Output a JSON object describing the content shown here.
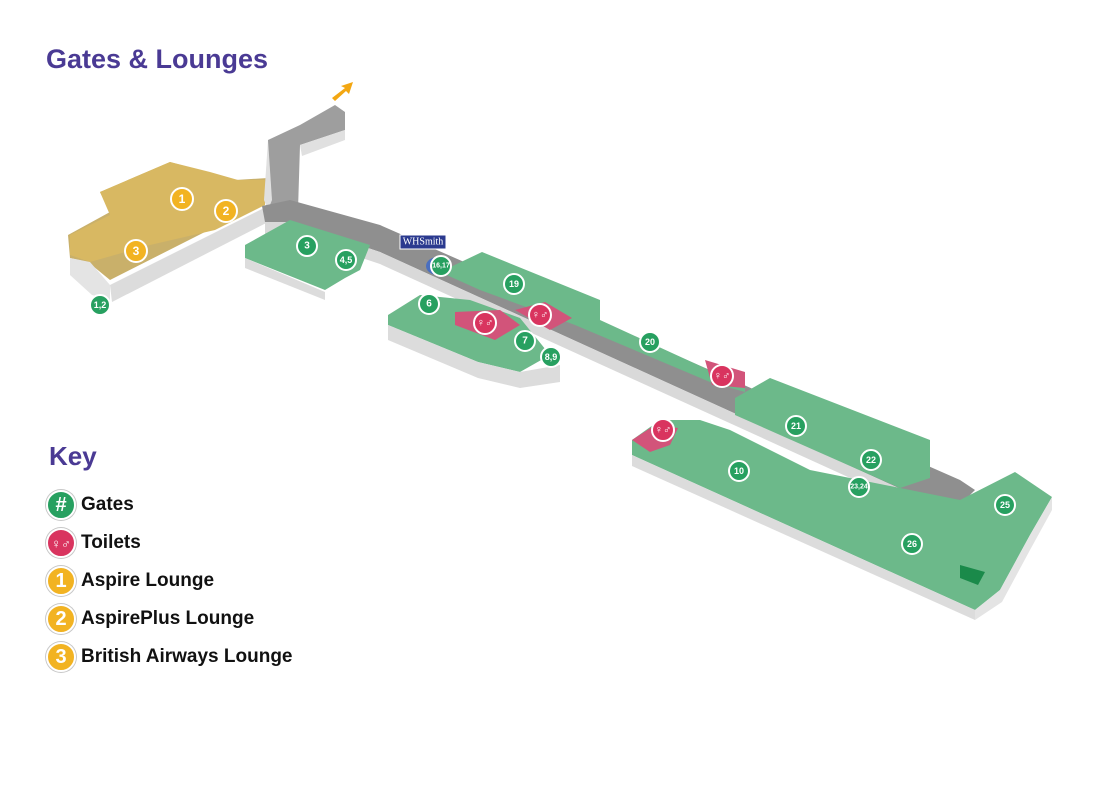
{
  "title": "Gates & Lounges",
  "key": {
    "title": "Key",
    "items": [
      {
        "symbol": "#",
        "label": "Gates",
        "color": "#27a060",
        "icon": "gate-icon"
      },
      {
        "symbol": "",
        "label": "Toilets",
        "color": "#d9345f",
        "icon": "toilet-icon"
      },
      {
        "symbol": "1",
        "label": "Aspire Lounge",
        "color": "#f2b322",
        "icon": "lounge-1-icon"
      },
      {
        "symbol": "2",
        "label": "AspirePlus Lounge",
        "color": "#f2b322",
        "icon": "lounge-2-icon"
      },
      {
        "symbol": "3",
        "label": "British Airways Lounge",
        "color": "#f2b322",
        "icon": "lounge-3-icon"
      }
    ]
  },
  "shop": {
    "label": "WHSmith",
    "color": "#2b3a8f"
  },
  "colors": {
    "gate_area": "#6cb98a",
    "lounge_area": "#d8b862",
    "toilet_area": "#d2547a",
    "corridor": "#9a9a9a",
    "wall": "#e0e0e0",
    "arrow": "#f3a712"
  },
  "gates": [
    "1,2",
    "3",
    "4,5",
    "6",
    "7",
    "8,9",
    "10",
    "16,17",
    "19",
    "20",
    "21",
    "22",
    "23,24",
    "25",
    "26"
  ],
  "lounges": [
    "1",
    "2",
    "3"
  ]
}
